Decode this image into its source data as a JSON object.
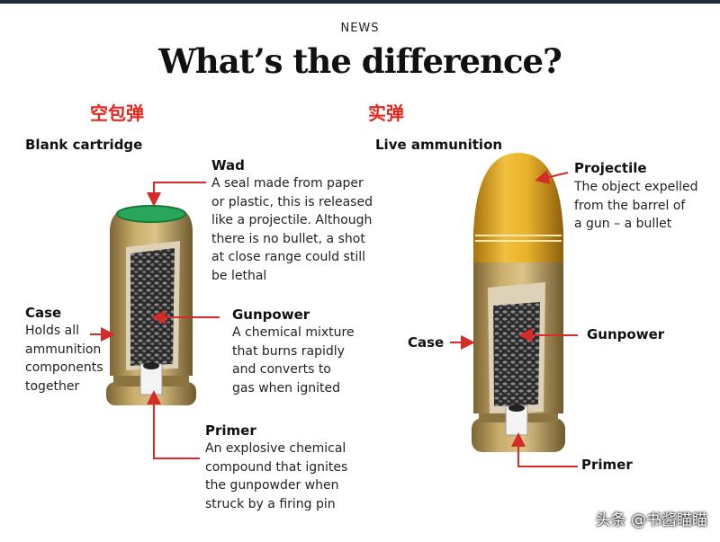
{
  "header": {
    "kicker": "NEWS",
    "title": "What’s the difference?"
  },
  "left": {
    "cn_label": "空包弹",
    "heading": "Blank cartridge",
    "wad": {
      "title": "Wad",
      "lines": [
        "A seal made from paper",
        "or plastic, this is released",
        "like a projectile. Although",
        "there is no bullet, a shot",
        "at close range could still",
        "be lethal"
      ]
    },
    "case": {
      "title": "Case",
      "lines": [
        "Holds all",
        "ammunition",
        "components",
        "together"
      ]
    },
    "gunpowder": {
      "title": "Gunpower",
      "lines": [
        "A chemical mixture",
        "that burns rapidly",
        "and converts to",
        "gas when ignited"
      ]
    },
    "primer": {
      "title": "Primer",
      "lines": [
        "An explosive chemical",
        "compound that ignites",
        "the gunpowder when",
        "struck by a firing pin"
      ]
    }
  },
  "right": {
    "cn_label": "实弹",
    "heading": "Live ammunition",
    "projectile": {
      "title": "Projectile",
      "lines": [
        "The object expelled",
        "from the barrel of",
        "a gun – a bullet"
      ]
    },
    "case": {
      "title": "Case"
    },
    "gunpowder": {
      "title": "Gunpower"
    },
    "primer": {
      "title": "Primer"
    }
  },
  "colors": {
    "arrow": "#d62b2b",
    "brass": "#b89a57",
    "bullet": "#e0a520",
    "wad": "#2aa65a"
  },
  "watermark": "头条 @书酱瞄瞄"
}
